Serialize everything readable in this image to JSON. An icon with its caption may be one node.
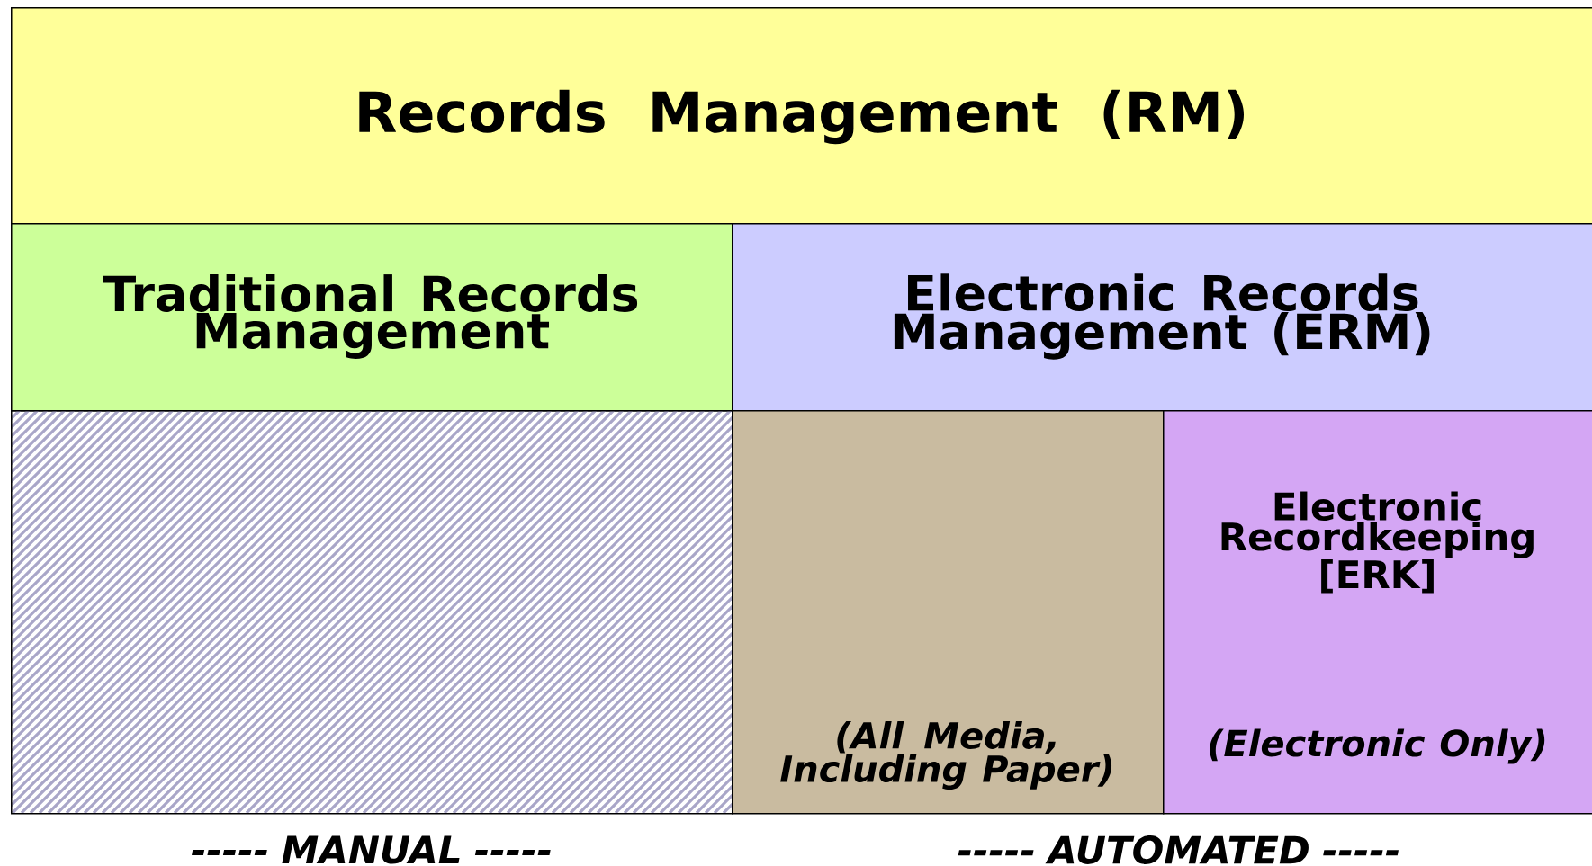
{
  "diagram": {
    "nodes": [
      {
        "text": [
          "Records Management (RM)"
        ]
      },
      {
        "text": [
          "Traditional Records Management"
        ]
      },
      {
        "text": [
          "Electronic Records Management (ERM)"
        ]
      },
      {
        "text": [],
        "shape": "box"
      },
      {
        "text": [
          "(All Media, Including Paper)"
        ]
      },
      {
        "text": [
          "Electronic Recordkeeping [ERK]",
          "(Electronic Only)"
        ]
      }
    ],
    "labels": [
      "----- MANUAL -----",
      "----- AUTOMATED -----"
    ]
  }
}
